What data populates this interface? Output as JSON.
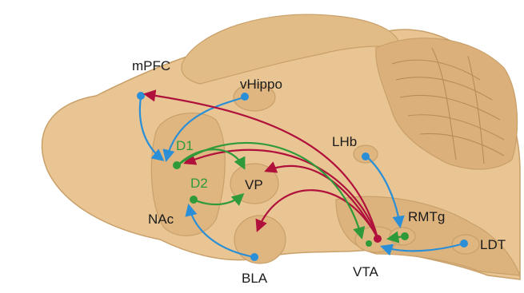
{
  "labels": {
    "mPFC": "mPFC",
    "vHippo": "vHippo",
    "D1": "D1",
    "D2": "D2",
    "VP": "VP",
    "NAc": "NAc",
    "BLA": "BLA",
    "VTA": "VTA",
    "LHb": "LHb",
    "RMTg": "RMTg",
    "LDT": "LDT"
  },
  "colors": {
    "background": "#ffffff",
    "brain_fill": "#e8c593",
    "brain_stroke": "#c9a06a",
    "region_fill": "#dfb580",
    "cerebellum_fold": "#b98c57",
    "glutamate_blue": "#2a8fd6",
    "dopamine_red": "#b0103c",
    "gaba_green": "#2f9a3a",
    "label_text": "#1a1a1a"
  }
}
